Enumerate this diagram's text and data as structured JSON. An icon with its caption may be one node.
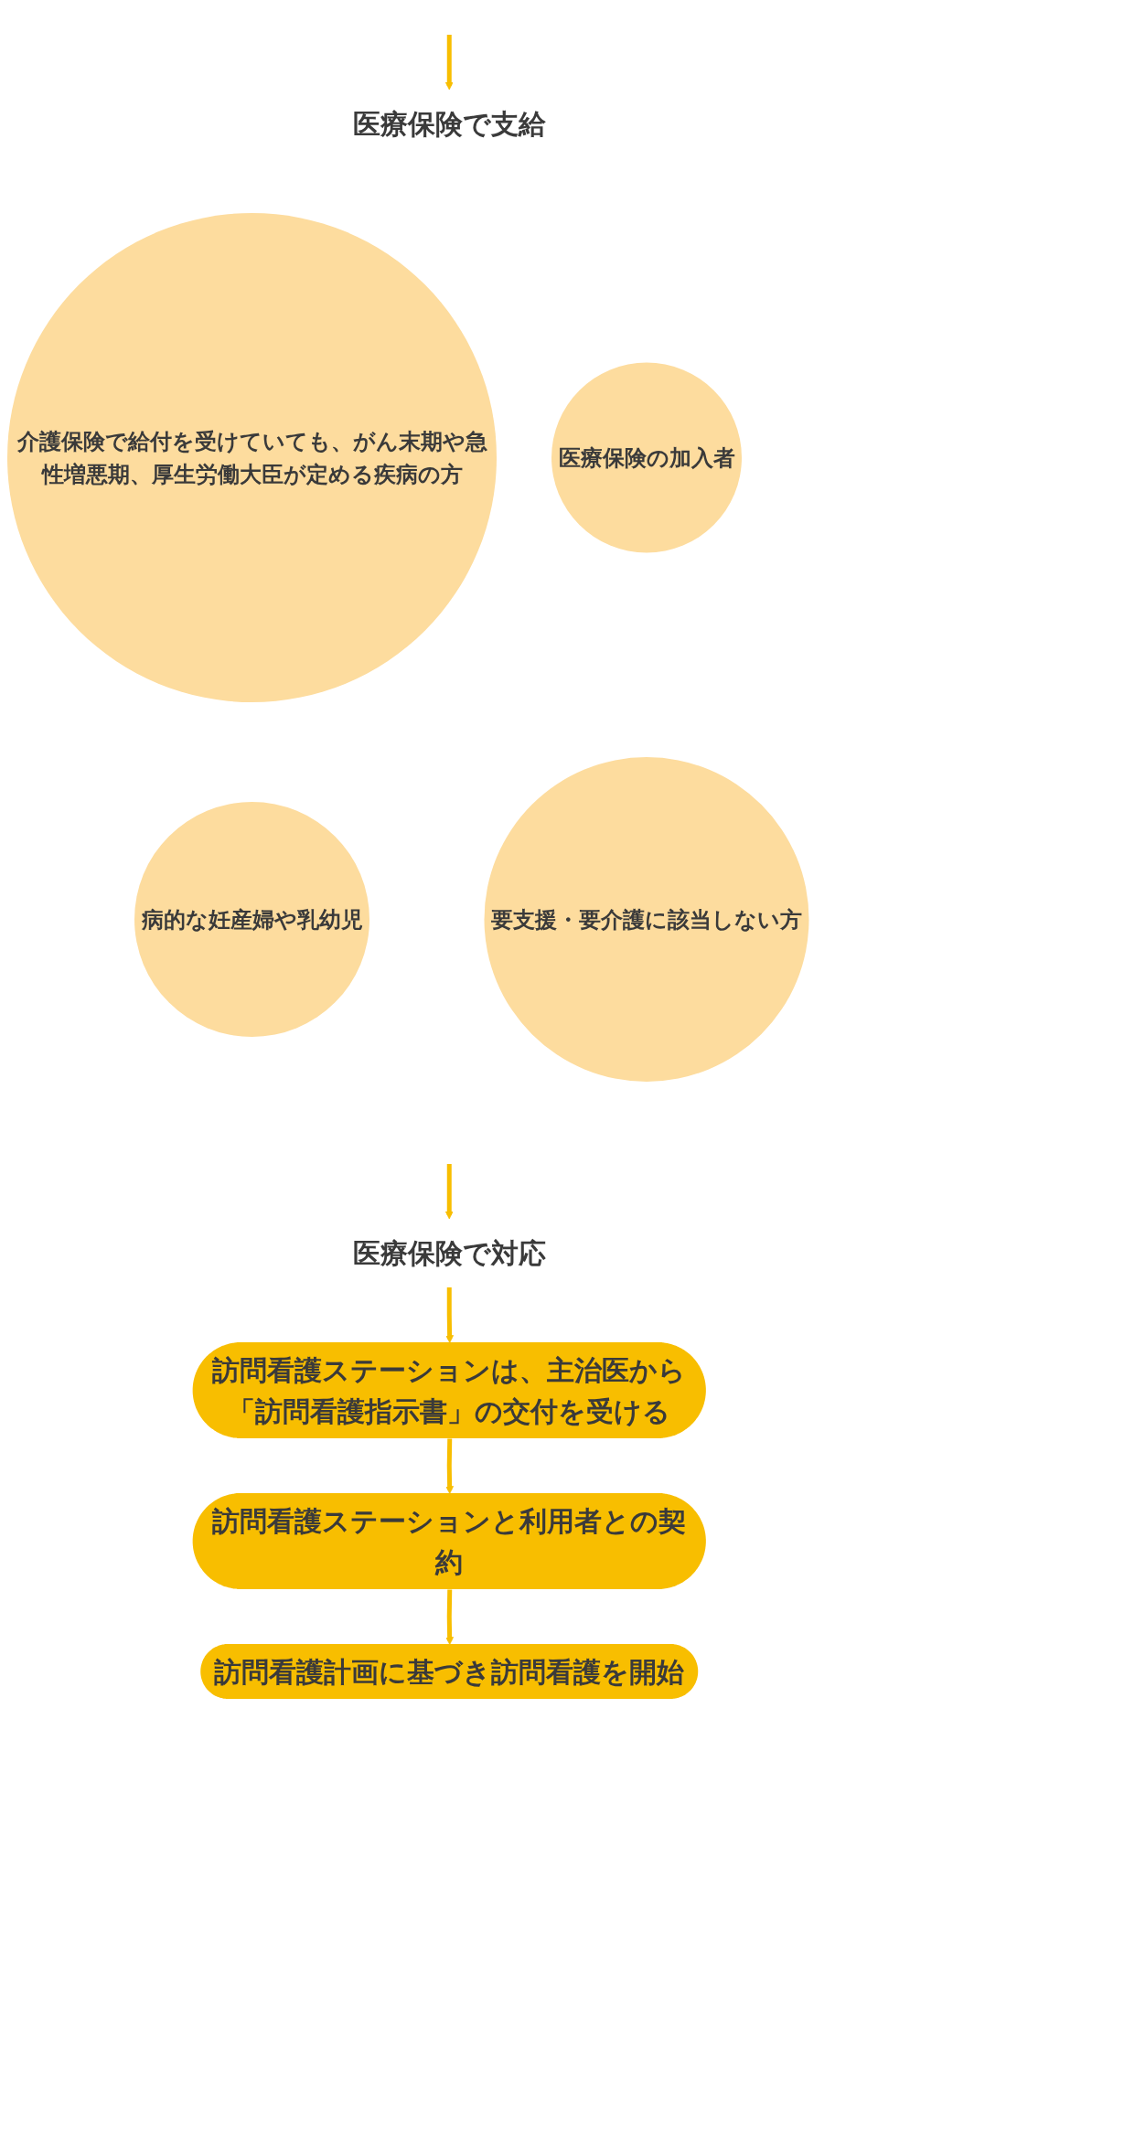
{
  "diagram": {
    "nodes": [
      {
        "text": [
          "医療保険で支給"
        ]
      },
      {
        "text": [
          "介護保険で給付を受けていても、がん末期や急性増悪期、厚生労働大臣が定める疾病の方"
        ]
      },
      {
        "text": [
          "医療保険の加入者"
        ]
      },
      {
        "text": [
          "病的な妊産婦や乳幼児"
        ]
      },
      {
        "text": [
          "要支援・要介護に該当しない方"
        ]
      },
      {
        "text": [
          "医療保険で対応"
        ]
      },
      {
        "text": [
          "訪問看護ステーションは、主治医から「訪問看護指示書」の交付を受ける"
        ]
      },
      {
        "text": [
          "訪問看護ステーションと利用者との契約"
        ]
      },
      {
        "text": [
          "訪問看護計画に基づき訪問看護を開始"
        ]
      }
    ],
    "edges": [
      {
        "from": null,
        "to": 0,
        "arrow": "to"
      },
      {
        "from": null,
        "to": 5,
        "arrow": "to"
      },
      {
        "from": 5,
        "to": 6,
        "arrow": "to"
      },
      {
        "from": 6,
        "to": 7,
        "arrow": "to"
      },
      {
        "from": 7,
        "to": 8,
        "arrow": "to"
      }
    ]
  }
}
